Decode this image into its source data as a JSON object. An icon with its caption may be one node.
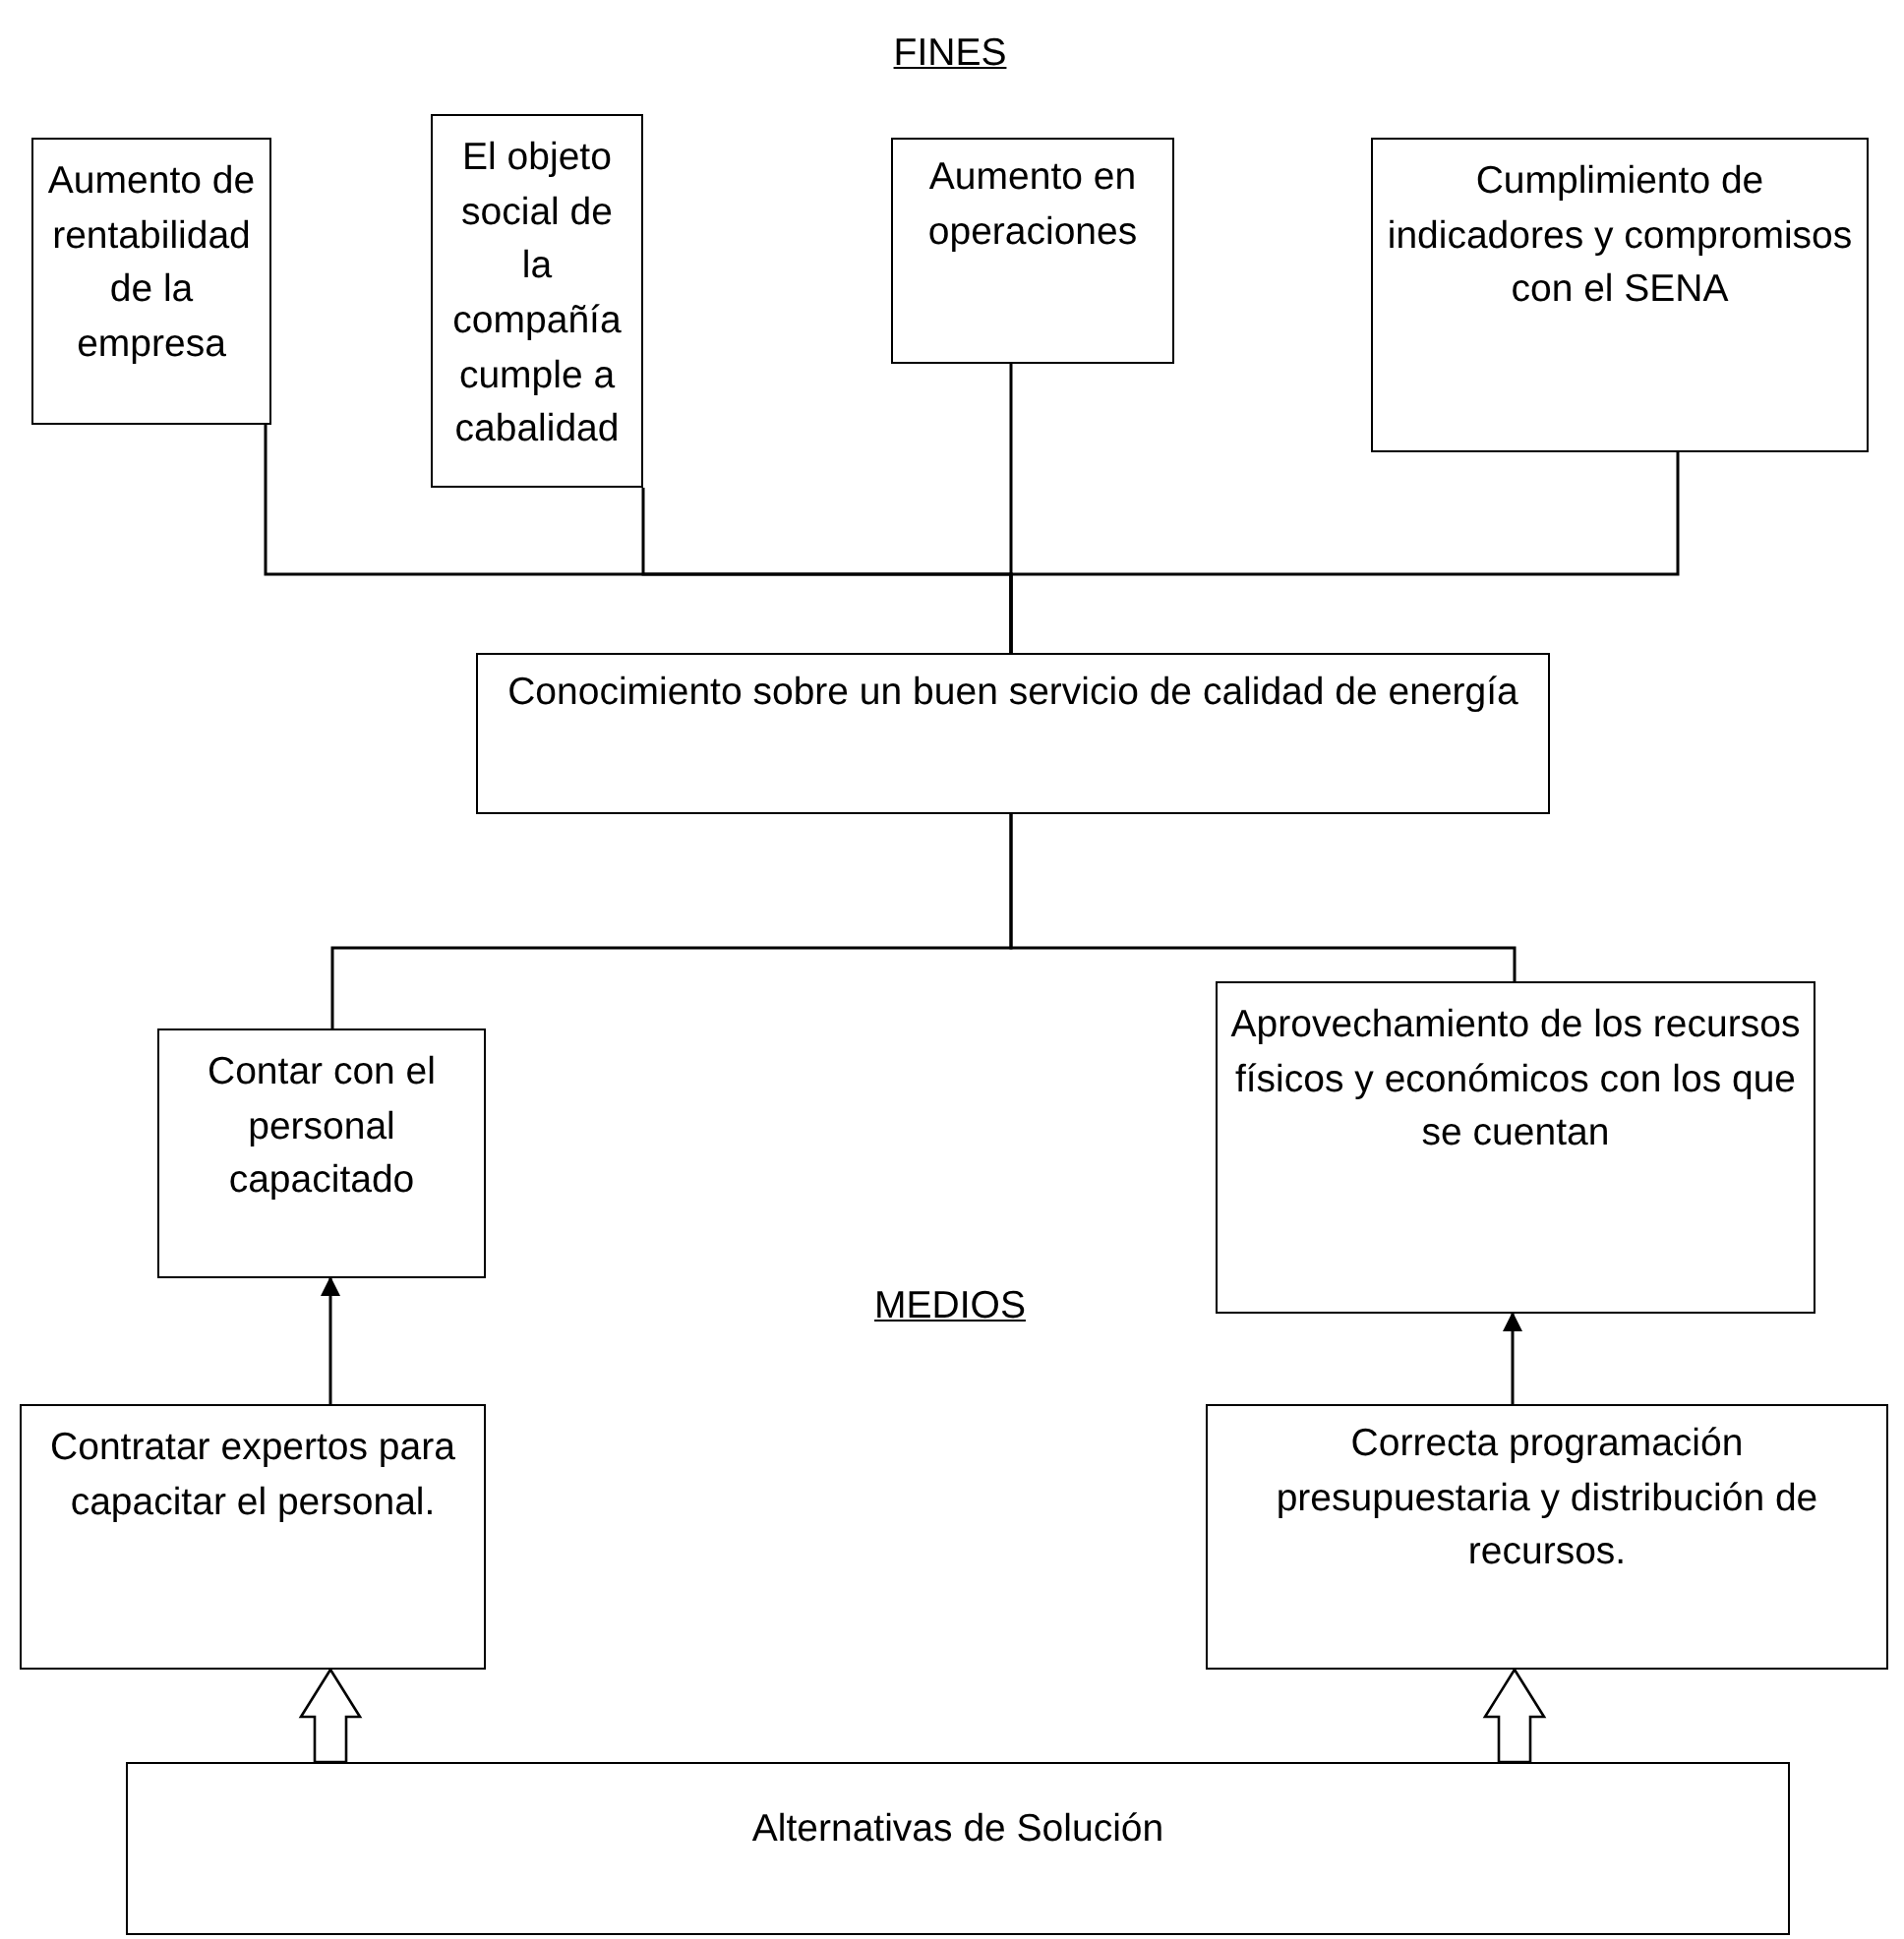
{
  "diagram": {
    "nodes": [
      {
        "text": [
          "Aumento de rentabilidad de la empresa"
        ]
      },
      {
        "text": [
          "El objeto social de la compañía cumple a cabalidad"
        ]
      },
      {
        "text": [
          "Aumento en operaciones"
        ]
      },
      {
        "text": [
          "Cumplimiento de indicadores y compromisos con el SENA"
        ]
      },
      {
        "text": [
          "Conocimiento sobre un buen servicio de calidad de energía"
        ]
      },
      {
        "text": [
          "Contar con el personal capacitado"
        ]
      },
      {
        "text": [
          "Aprovechamiento de los recursos físicos y económicos con los que se cuentan"
        ]
      },
      {
        "text": [
          "Contratar expertos para capacitar el personal."
        ]
      },
      {
        "text": [
          "Correcta programación presupuestaria y  distribución de recursos."
        ]
      },
      {
        "text": [
          "Alternativas de Solución"
        ]
      }
    ],
    "edges": [
      {
        "from": 0,
        "to": 4,
        "arrow": "none"
      },
      {
        "from": 1,
        "to": 4,
        "arrow": "none"
      },
      {
        "from": 2,
        "to": 4,
        "arrow": "none"
      },
      {
        "from": 3,
        "to": 4,
        "arrow": "none"
      },
      {
        "from": 4,
        "to": 5,
        "arrow": "none"
      },
      {
        "from": 4,
        "to": 6,
        "arrow": "none"
      },
      {
        "from": 7,
        "to": 5,
        "arrow": "to"
      },
      {
        "from": 8,
        "to": 6,
        "arrow": "to"
      },
      {
        "from": 9,
        "to": 7,
        "arrow": "to",
        "style": "thick"
      },
      {
        "from": 9,
        "to": 8,
        "arrow": "to",
        "style": "thick"
      }
    ],
    "labels": [
      "FINES",
      "MEDIOS"
    ]
  }
}
